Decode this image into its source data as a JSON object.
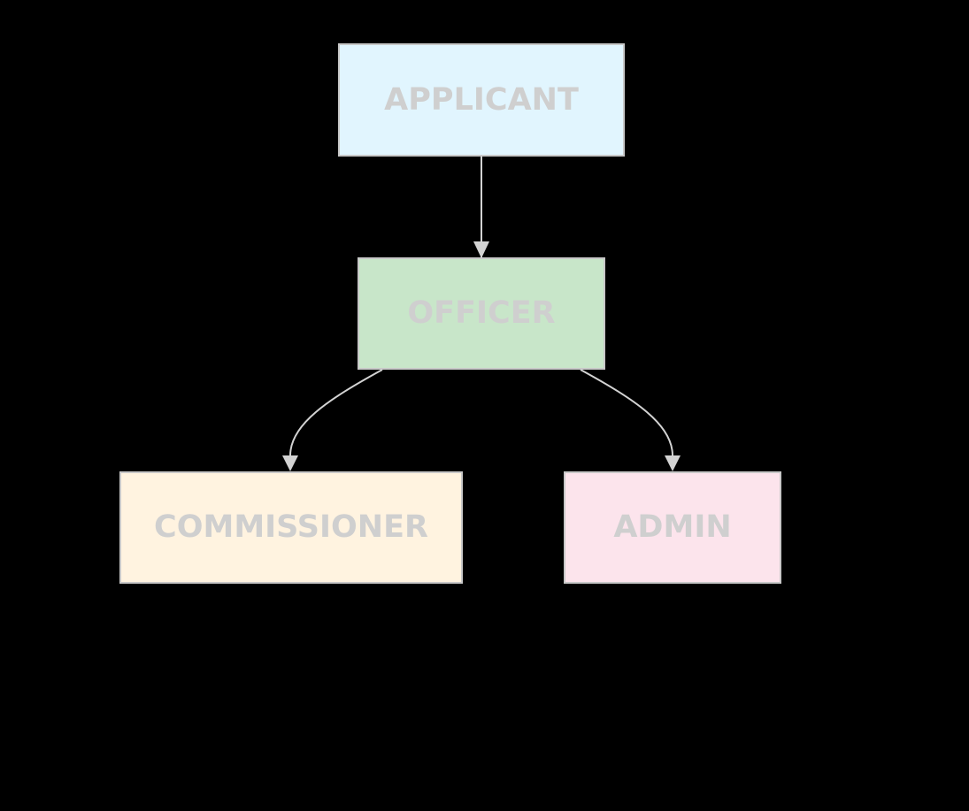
{
  "diagram": {
    "type": "flowchart",
    "direction": "top-down",
    "colors": {
      "background": "#000000",
      "node_border": "#c8c8c8",
      "label_text": "#cfcfcf",
      "edge": "#d3d3d3"
    },
    "nodes": {
      "applicant": {
        "label": "APPLICANT",
        "fill": "#e1f5fe"
      },
      "officer": {
        "label": "OFFICER",
        "fill": "#c8e6c9"
      },
      "commissioner": {
        "label": "COMMISSIONER",
        "fill": "#fff3e0"
      },
      "admin": {
        "label": "ADMIN",
        "fill": "#fce4ec"
      }
    },
    "edges": [
      {
        "from": "applicant",
        "to": "officer"
      },
      {
        "from": "officer",
        "to": "commissioner"
      },
      {
        "from": "officer",
        "to": "admin"
      }
    ]
  }
}
